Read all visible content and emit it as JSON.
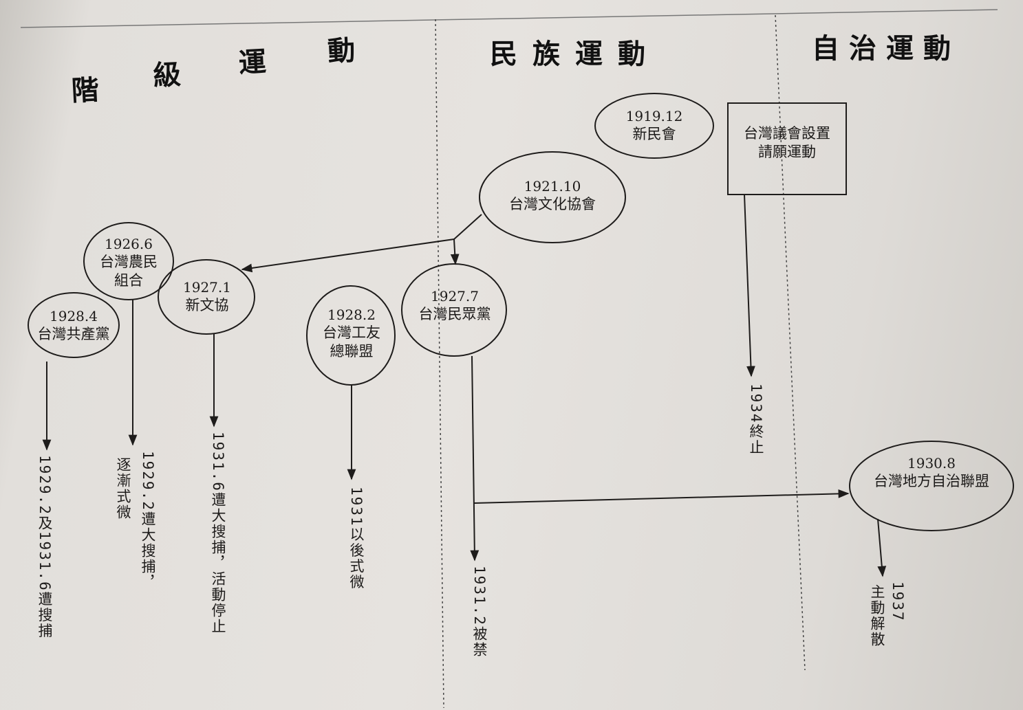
{
  "headers": {
    "class_movement": [
      "階",
      "級",
      "運",
      "動"
    ],
    "national_movement": "民族運動",
    "autonomy_movement": "自治運動"
  },
  "nodes": {
    "xinminhui": {
      "date": "1919.12",
      "name": "新民會"
    },
    "petition": {
      "line1": "台灣議會設置",
      "line2": "請願運動"
    },
    "cultural_assoc": {
      "date": "1921.10",
      "name": "台灣文化協會"
    },
    "farmers": {
      "date": "1926.6",
      "line1": "台灣農民",
      "line2": "組合"
    },
    "new_cultural": {
      "date": "1927.1",
      "name": "新文協"
    },
    "communist": {
      "date": "1928.4",
      "name": "台灣共產黨"
    },
    "workers": {
      "date": "1928.2",
      "line1": "台灣工友",
      "line2": "總聯盟"
    },
    "peoples_party": {
      "date": "1927.7",
      "name": "台灣民眾黨"
    },
    "local_autonomy": {
      "date": "1930.8",
      "name": "台灣地方自治聯盟"
    }
  },
  "outcomes": {
    "communist": "1929.2及1931.6遭搜捕",
    "farmers_a": "1929.2遭大搜捕，",
    "farmers_b": "逐漸式微",
    "new_cultural": "1931.6遭大搜捕，活動停止",
    "workers": "1931以後式微",
    "peoples_party": "1931.2被禁",
    "petition": "1934終止",
    "local_autonomy_a": "1937",
    "local_autonomy_b": "主動解散"
  }
}
